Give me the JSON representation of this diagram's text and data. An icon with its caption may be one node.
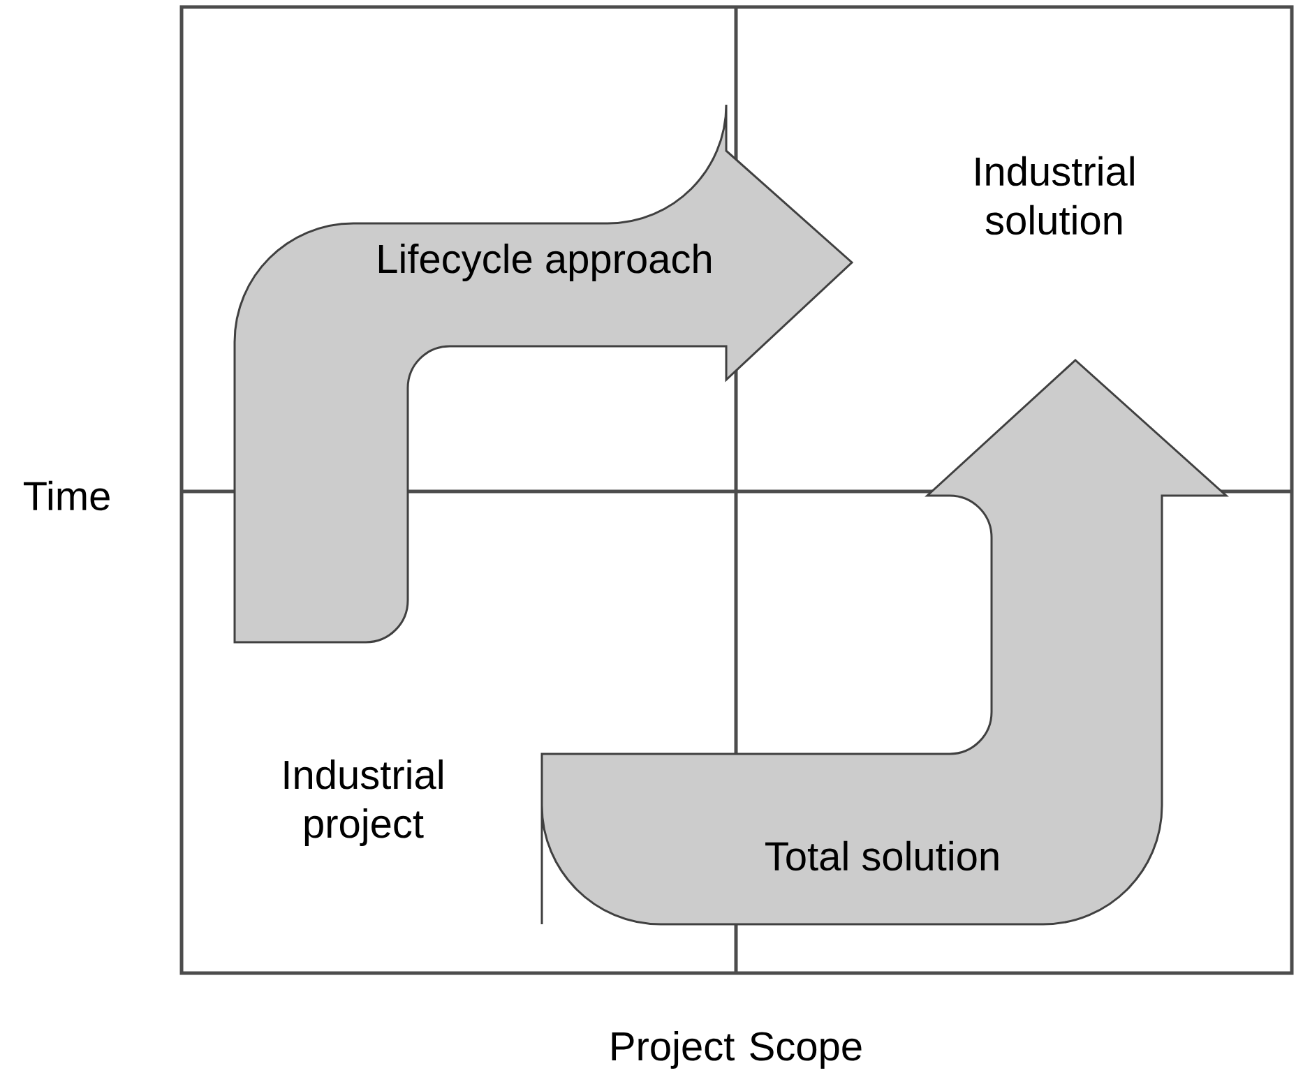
{
  "diagram": {
    "nodes": [
      {
        "text": [
          "Lifecycle approach"
        ]
      },
      {
        "text": [
          "Total solution"
        ]
      }
    ],
    "labels": [
      "Industrial solution",
      "Time",
      "Industrial project",
      "Project Scope"
    ]
  }
}
